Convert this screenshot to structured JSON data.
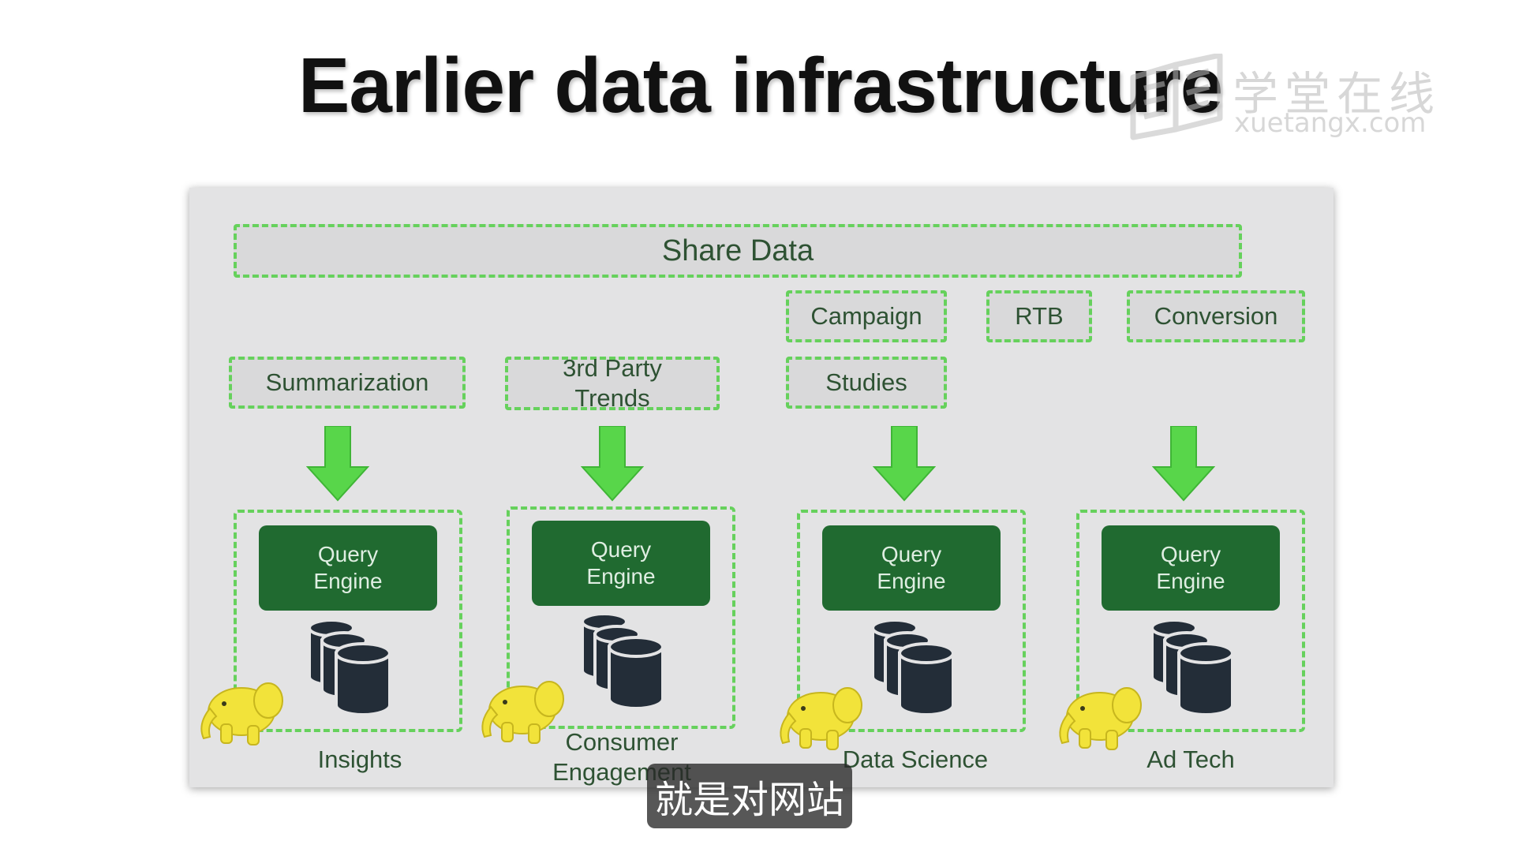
{
  "title": "Earlier data infrastructure",
  "watermark": {
    "chinese": "学堂在线",
    "url": "xuetangx.com"
  },
  "diagram": {
    "share_data": "Share Data",
    "sources": {
      "campaign": "Campaign",
      "rtb": "RTB",
      "conversion": "Conversion",
      "summarization": "Summarization",
      "third_party_line1": "3rd Party",
      "third_party_line2": "Trends",
      "studies": "Studies"
    },
    "groups": [
      {
        "engine_line1": "Query",
        "engine_line2": "Engine",
        "label_line1": "Insights",
        "label_line2": ""
      },
      {
        "engine_line1": "Query",
        "engine_line2": "Engine",
        "label_line1": "Consumer",
        "label_line2": "Engagement"
      },
      {
        "engine_line1": "Query",
        "engine_line2": "Engine",
        "label_line1": "Data Science",
        "label_line2": ""
      },
      {
        "engine_line1": "Query",
        "engine_line2": "Engine",
        "label_line1": "Ad Tech",
        "label_line2": ""
      }
    ],
    "colors": {
      "dashed_border": "#66d15c",
      "arrow": "#58d64a",
      "query_engine": "#206a30",
      "database": "#232d38",
      "elephant": "#f2e33a",
      "panel": "#e3e3e4"
    },
    "icons": [
      "arrow-down-icon",
      "database-icon",
      "hadoop-elephant-icon"
    ]
  },
  "subtitle_caption": "就是对网站"
}
